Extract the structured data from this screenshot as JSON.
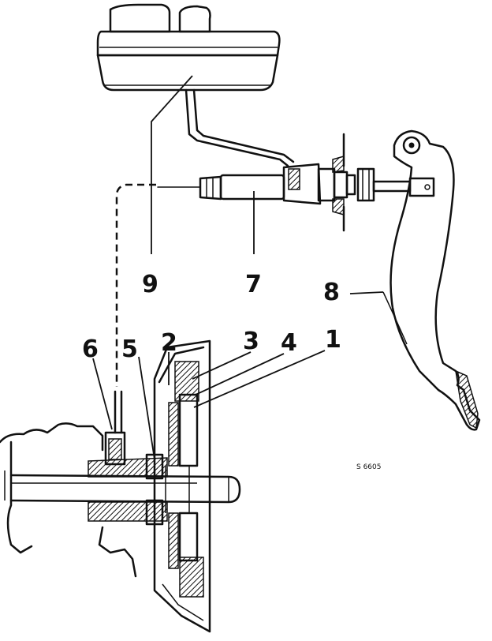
{
  "figure_ref": "S 6605",
  "callouts": [
    {
      "id": "1",
      "label": "1"
    },
    {
      "id": "2",
      "label": "2"
    },
    {
      "id": "3",
      "label": "3"
    },
    {
      "id": "4",
      "label": "4"
    },
    {
      "id": "5",
      "label": "5"
    },
    {
      "id": "6",
      "label": "6"
    },
    {
      "id": "7",
      "label": "7"
    },
    {
      "id": "8",
      "label": "8"
    },
    {
      "id": "9",
      "label": "9"
    }
  ],
  "colors": {
    "ink": "#111111",
    "paper": "#ffffff"
  }
}
